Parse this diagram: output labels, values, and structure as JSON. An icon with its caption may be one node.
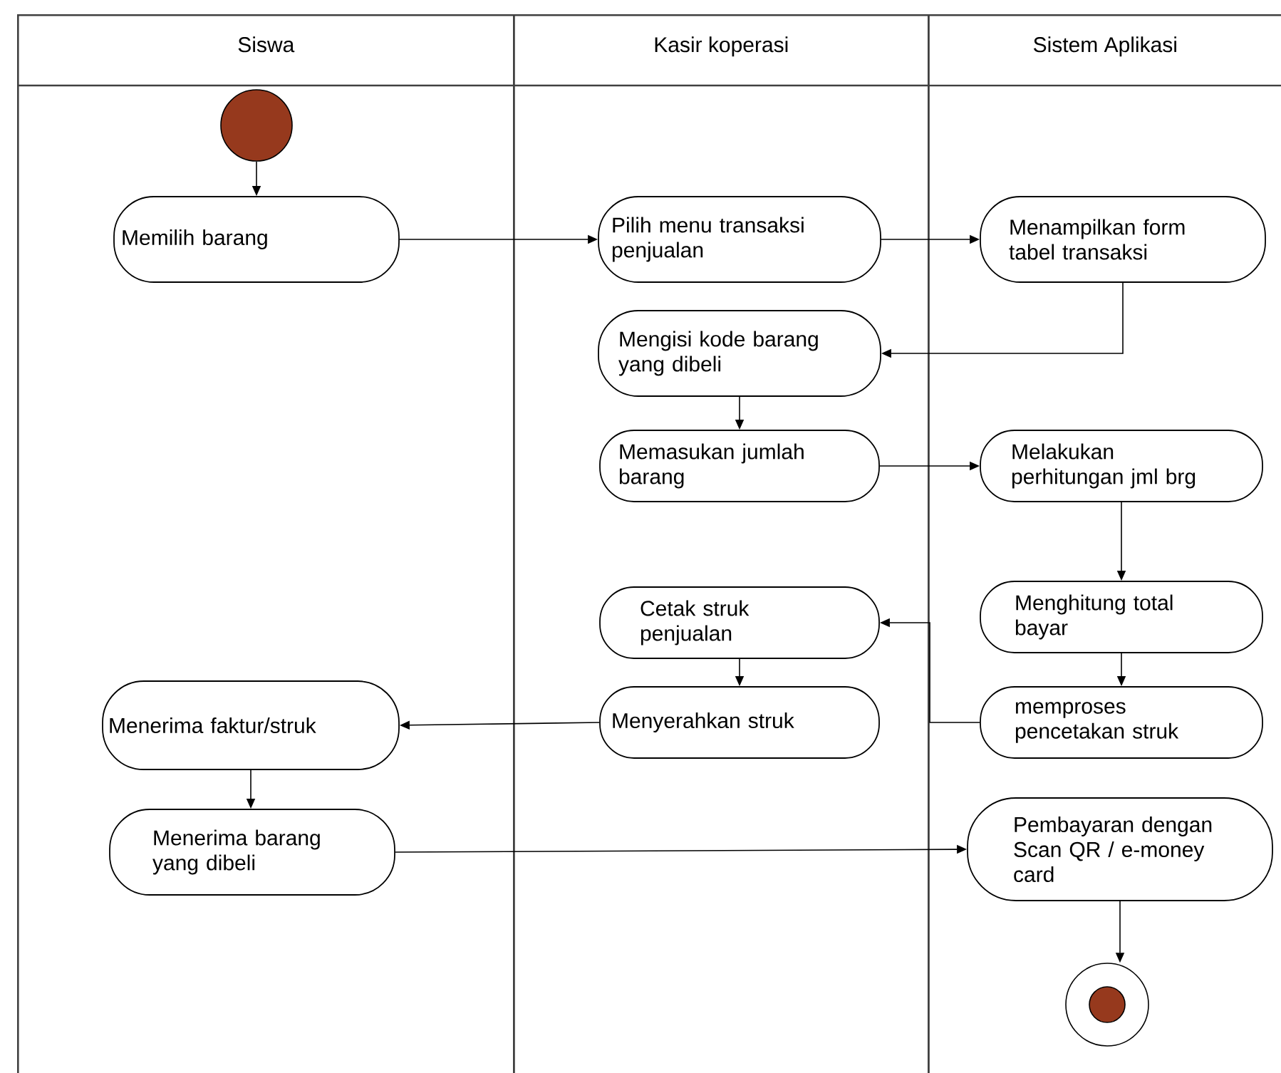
{
  "diagram": {
    "nodes": [
      {
        "text": [
          "Siswa"
        ]
      },
      {
        "text": [
          "Kasir koperasi"
        ]
      },
      {
        "text": [
          "Sistem Aplikasi"
        ]
      },
      {
        "text": [],
        "shape": "circle",
        "in": 0
      },
      {
        "text": [
          "Memilih barang"
        ],
        "in": 0
      },
      {
        "text": [
          "Pilih menu transaksi penjualan"
        ],
        "in": 1
      },
      {
        "text": [
          "Menampilkan form tabel transaksi"
        ],
        "in": 2
      },
      {
        "text": [
          "Mengisi kode barang yang dibeli"
        ],
        "in": 1
      },
      {
        "text": [
          "Memasukan jumlah barang"
        ],
        "in": 1
      },
      {
        "text": [
          "Melakukan perhitungan jml brg"
        ],
        "in": 2
      },
      {
        "text": [
          "Menghitung total bayar"
        ],
        "in": 2
      },
      {
        "text": [
          "Cetak struk penjualan"
        ],
        "in": 1
      },
      {
        "text": [
          "Menerima faktur/struk"
        ],
        "in": 0
      },
      {
        "text": [
          "Menyerahkan struk"
        ],
        "in": 1
      },
      {
        "text": [
          "memproses pencetakan struk"
        ],
        "in": 2
      },
      {
        "text": [
          "Menerima barang yang dibeli"
        ],
        "in": 0
      },
      {
        "text": [
          "Pembayaran dengan Scan QR / e-money card"
        ],
        "in": 2
      },
      {
        "text": [],
        "shape": "bullseye",
        "in": 2
      }
    ],
    "edges": [
      {
        "from": 3,
        "to": 4,
        "arrow": "to"
      },
      {
        "from": 4,
        "to": 5,
        "arrow": "to"
      },
      {
        "from": 5,
        "to": 6,
        "arrow": "to"
      },
      {
        "from": 6,
        "to": 7,
        "arrow": "to"
      },
      {
        "from": 7,
        "to": 8,
        "arrow": "to"
      },
      {
        "from": 8,
        "to": 9,
        "arrow": "to"
      },
      {
        "from": 9,
        "to": 10,
        "arrow": "to"
      },
      {
        "from": 10,
        "to": 14,
        "arrow": "to"
      },
      {
        "from": 14,
        "to": 11,
        "arrow": "to"
      },
      {
        "from": 11,
        "to": 13,
        "arrow": "to"
      },
      {
        "from": 13,
        "to": 12,
        "arrow": "to"
      },
      {
        "from": 12,
        "to": 15,
        "arrow": "to"
      },
      {
        "from": 15,
        "to": 16,
        "arrow": "to"
      },
      {
        "from": 16,
        "to": 17,
        "arrow": "to"
      }
    ]
  }
}
